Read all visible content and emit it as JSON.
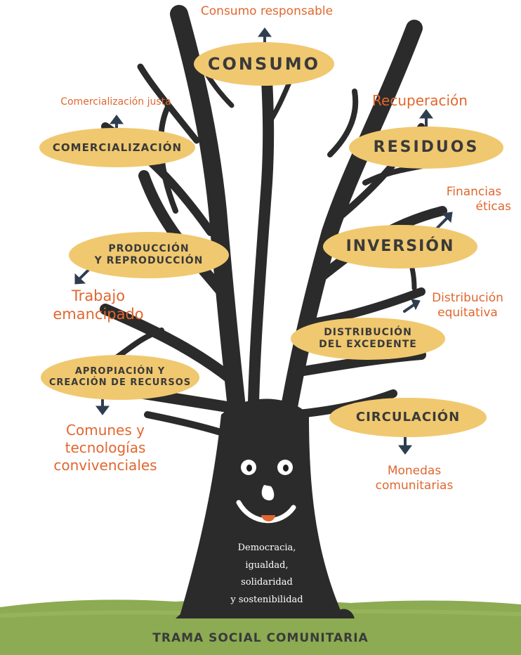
{
  "nodes": {
    "consumo": "CONSUMO",
    "comercializacion": "COMERCIALIZACIÓN",
    "residuos": "RESIDUOS",
    "produccion_1": "PRODUCCIÓN",
    "produccion_2": "Y REPRODUCCIÓN",
    "inversion": "INVERSIÓN",
    "distribucion_1": "DISTRIBUCIÓN",
    "distribucion_2": "DEL EXCEDENTE",
    "apropiacion_1": "APROPIACIÓN Y",
    "apropiacion_2": "CREACIÓN DE RECURSOS",
    "circulacion": "CIRCULACIÓN"
  },
  "outcomes": {
    "consumo": "Consumo responsable",
    "comercializacion": "Comercialización justa",
    "residuos": "Recuperación",
    "inversion_1": "Financias",
    "inversion_2": "éticas",
    "produccion_1": "Trabajo",
    "produccion_2": "emancipado",
    "distribucion_1": "Distribución",
    "distribucion_2": "equitativa",
    "apropiacion_1": "Comunes y",
    "apropiacion_2": "tecnologías",
    "apropiacion_3": "convivenciales",
    "circulacion_1": "Monedas",
    "circulacion_2": "comunitarias"
  },
  "trunk_text": [
    "Democracia,",
    "igualdad,",
    "solidaridad",
    "y sostenibilidad"
  ],
  "base_label": "TRAMA SOCIAL COMUNITARIA",
  "colors": {
    "oval_fill": "#f0c86f",
    "outcome_text": "#e0672f",
    "tree": "#2b2b2b",
    "arrow": "#2f3e4e",
    "grass": "#8cab52",
    "mouth": "#e0672f"
  }
}
